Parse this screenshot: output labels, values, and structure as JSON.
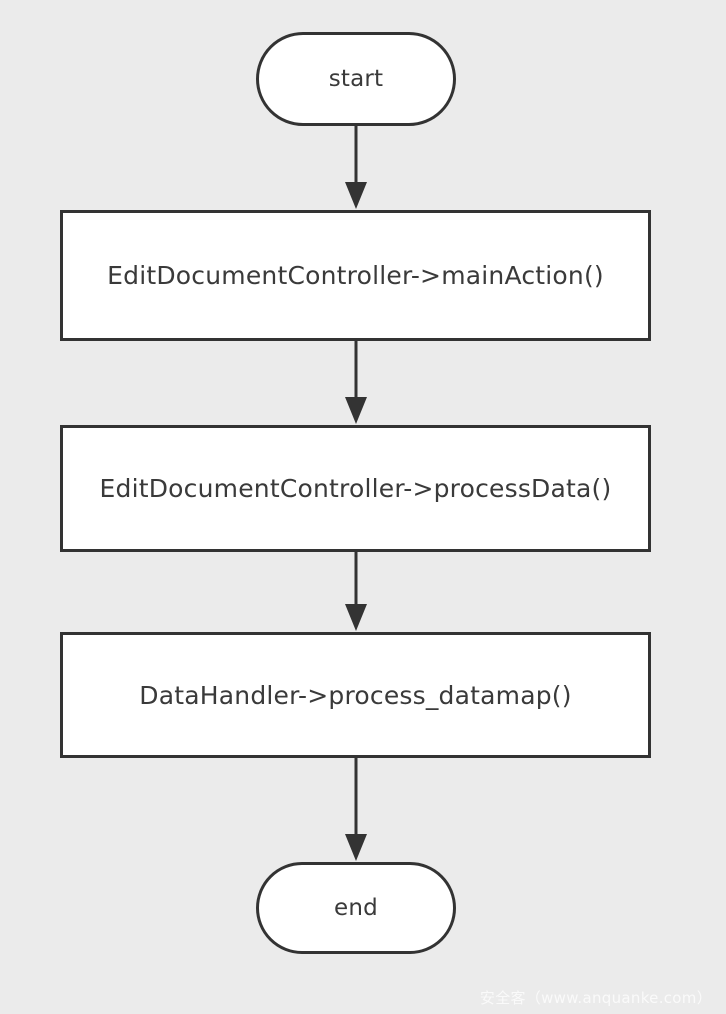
{
  "diagram": {
    "type": "flowchart",
    "orientation": "top-to-bottom",
    "background_color": "#ebebeb",
    "node_fill_color": "#ffffff",
    "node_border_color": "#333333",
    "text_color": "#3a3a3a",
    "nodes": [
      {
        "id": "start",
        "shape": "terminator",
        "label": "start"
      },
      {
        "id": "main_action",
        "shape": "process",
        "label": "EditDocumentController->mainAction()"
      },
      {
        "id": "process_data",
        "shape": "process",
        "label": "EditDocumentController->processData()"
      },
      {
        "id": "process_datamap",
        "shape": "process",
        "label": "DataHandler->process_datamap()"
      },
      {
        "id": "end",
        "shape": "terminator",
        "label": "end"
      }
    ],
    "edges": [
      {
        "from": "start",
        "to": "main_action",
        "arrow": "filled-triangle"
      },
      {
        "from": "main_action",
        "to": "process_data",
        "arrow": "filled-triangle"
      },
      {
        "from": "process_data",
        "to": "process_datamap",
        "arrow": "filled-triangle"
      },
      {
        "from": "process_datamap",
        "to": "end",
        "arrow": "filled-triangle"
      }
    ]
  },
  "watermark": {
    "text": "安全客（www.anquanke.com）",
    "color": "#ffffff"
  }
}
